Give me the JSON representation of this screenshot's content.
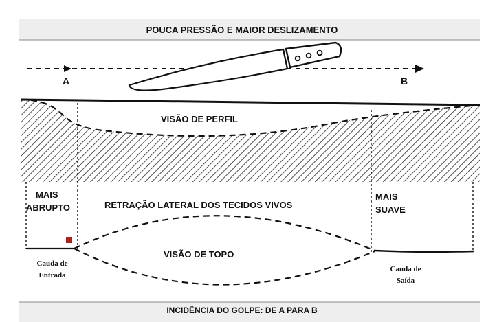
{
  "header": {
    "title": "POUCA PRESSÃO E MAIOR DESLIZAMENTO"
  },
  "points": {
    "start": "A",
    "end": "B"
  },
  "profile_view": {
    "label": "VISÃO DE PERFIL"
  },
  "retraction": {
    "label": "RETRAÇÃO LATERAL DOS TECIDOS VIVOS"
  },
  "left_zone": {
    "line1": "MAIS",
    "line2": "ABRUPTO"
  },
  "right_zone": {
    "line1": "MAIS",
    "line2": "SUAVE"
  },
  "top_view": {
    "label": "VISÃO DE TOPO"
  },
  "entry_tail": {
    "line1": "Cauda de",
    "line2": "Entrada"
  },
  "exit_tail": {
    "line1": "Cauda de",
    "line2": "Saída"
  },
  "footer": {
    "caption": "INCIDÊNCIA DO GOLPE: DE A PARA B"
  },
  "colors": {
    "marker": "#b02020",
    "ink": "#111111",
    "band": "#eeeeee"
  }
}
